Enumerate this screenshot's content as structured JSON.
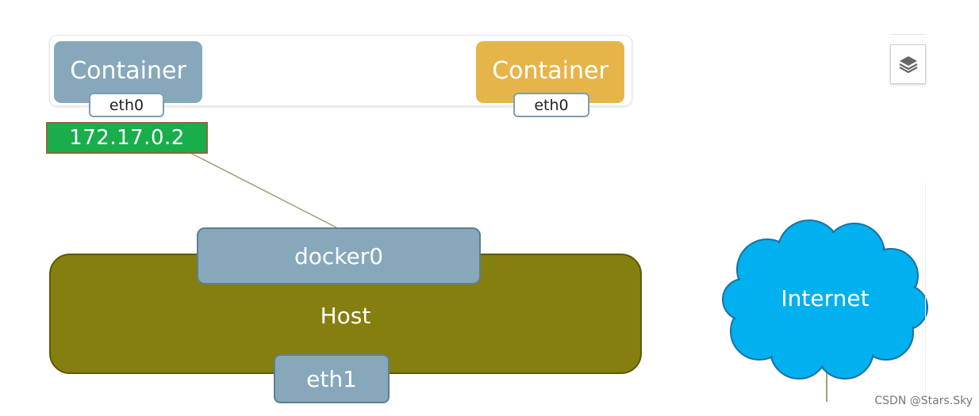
{
  "diagram": {
    "containers": [
      {
        "title": "Container",
        "interface": "eth0",
        "color": "#87a8bb"
      },
      {
        "title": "Container",
        "interface": "eth0",
        "color": "#e6b54a"
      }
    ],
    "container_ip": "172.17.0.2",
    "bridge": "docker0",
    "host": "Host",
    "host_interface": "eth1",
    "cloud": "Internet",
    "colors": {
      "veth_link": "#1fae45",
      "ip_badge": "#19ad4c",
      "host": "#857f10",
      "cloud": "#00b0ef"
    }
  },
  "toolbar": {
    "layers_icon": "layers-icon"
  },
  "watermark": "CSDN @Stars.Sky"
}
